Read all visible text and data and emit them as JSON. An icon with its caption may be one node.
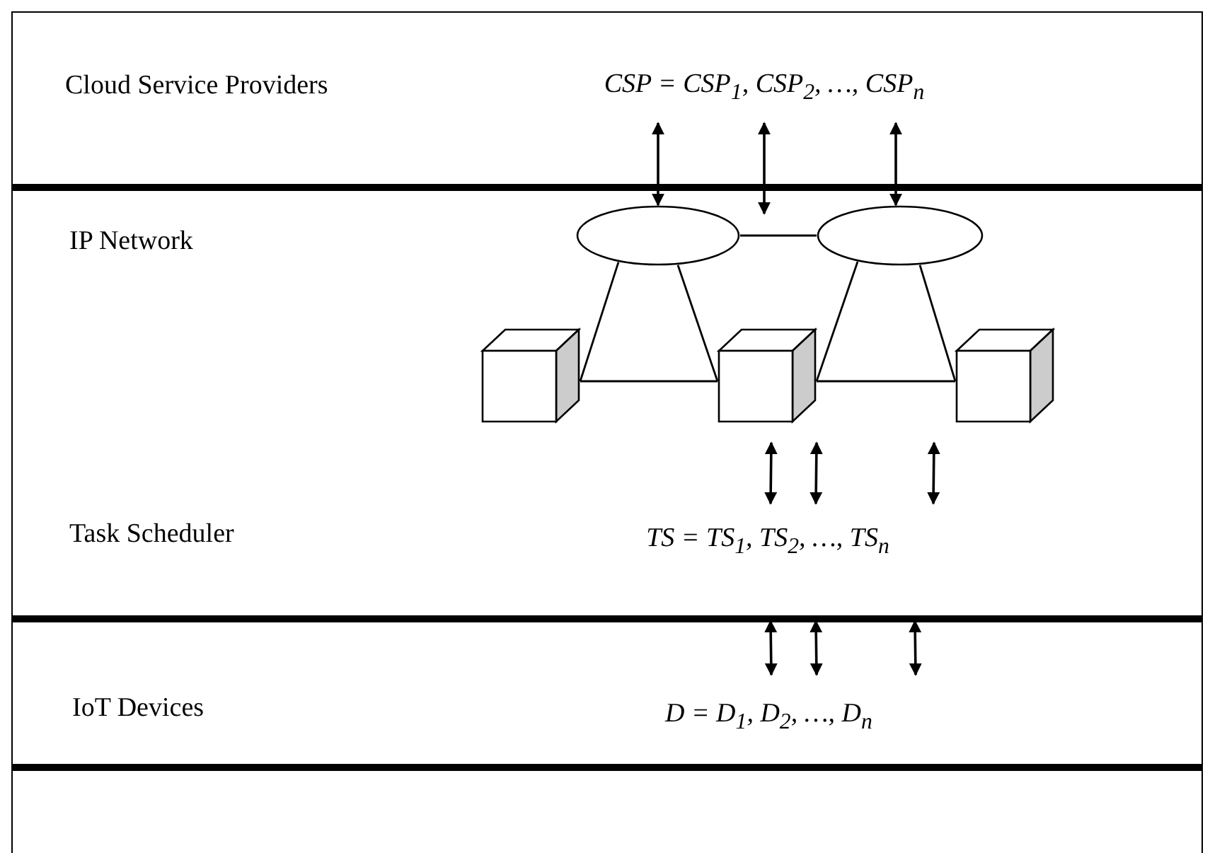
{
  "diagram": {
    "nodes": [
      {
        "text": [
          "Cloud Service Providers"
        ]
      },
      {
        "text": [
          "CSP = CSP$_{1}$, CSP$_{2}$, …, CSP$_{n}$"
        ],
        "in": 0
      },
      {
        "text": [
          "IP Network",
          "Task Scheduler"
        ]
      },
      {
        "text": [],
        "shape": "ellipse",
        "in": 2
      },
      {
        "text": [],
        "shape": "ellipse",
        "in": 2
      },
      {
        "text": [],
        "shape": "cube",
        "in": 2
      },
      {
        "text": [],
        "shape": "cube",
        "in": 2
      },
      {
        "text": [],
        "shape": "cube",
        "in": 2
      },
      {
        "text": [
          "TS = TS$_{1}$, TS$_{2}$, …, TS$_{n}$"
        ],
        "in": 2
      },
      {
        "text": [
          "IoT Devices"
        ]
      },
      {
        "text": [
          "D = D$_{1}$, D$_{2}$, …, D$_{n}$"
        ],
        "in": 9
      },
      {
        "text": [],
        "shape": "box"
      }
    ],
    "edges": [
      {
        "from": 1,
        "to": 3,
        "arrow": "both"
      },
      {
        "from": 1,
        "to": null,
        "arrow": "both"
      },
      {
        "from": 1,
        "to": 4,
        "arrow": "both"
      },
      {
        "from": 3,
        "to": 4,
        "arrow": "none"
      },
      {
        "from": 3,
        "to": 5,
        "arrow": "none"
      },
      {
        "from": 3,
        "to": 6,
        "arrow": "none"
      },
      {
        "from": 4,
        "to": 6,
        "arrow": "none"
      },
      {
        "from": 4,
        "to": 7,
        "arrow": "none"
      },
      {
        "from": 5,
        "to": 6,
        "arrow": "none"
      },
      {
        "from": 6,
        "to": 7,
        "arrow": "none"
      },
      {
        "from": 6,
        "to": 8,
        "arrow": "both"
      },
      {
        "from": 6,
        "to": 8,
        "arrow": "both"
      },
      {
        "from": 7,
        "to": 8,
        "arrow": "both"
      },
      {
        "from": 8,
        "to": 10,
        "arrow": "both"
      },
      {
        "from": 8,
        "to": 10,
        "arrow": "both"
      },
      {
        "from": 8,
        "to": 10,
        "arrow": "both"
      }
    ]
  }
}
